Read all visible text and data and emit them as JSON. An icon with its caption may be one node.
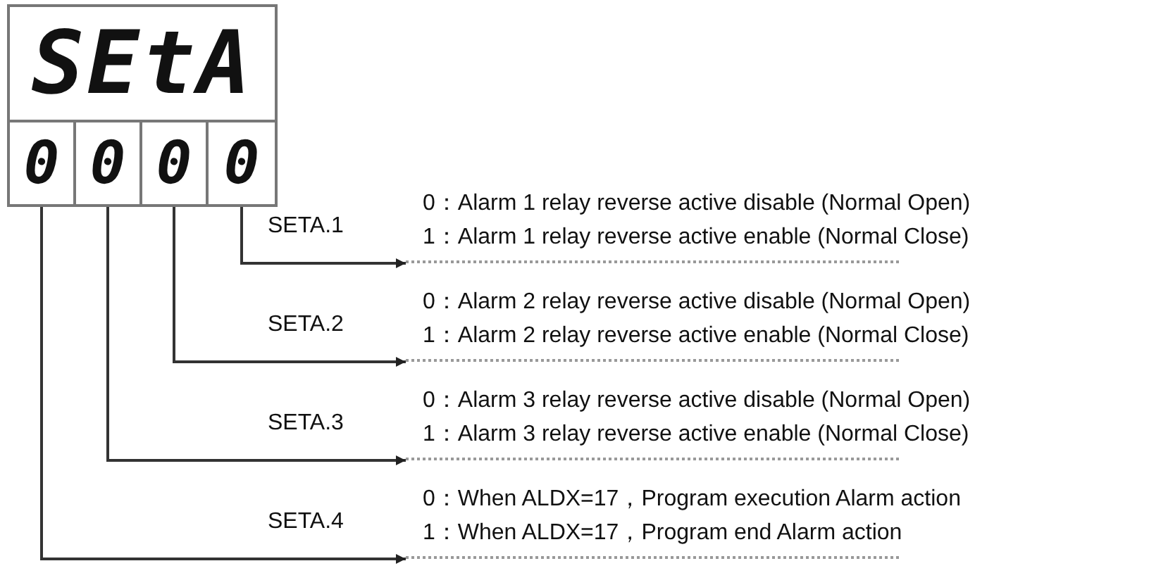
{
  "diagram": {
    "nodes": [
      {
        "text": [
          "SEtA"
        ]
      },
      {
        "text": [
          "0"
        ]
      },
      {
        "text": [
          "0"
        ]
      },
      {
        "text": [
          "0"
        ]
      },
      {
        "text": [
          "0"
        ]
      },
      {
        "text": [
          "0：Alarm 1 relay reverse active disable (Normal Open)",
          "1：Alarm 1 relay reverse active enable (Normal Close)"
        ]
      },
      {
        "text": [
          "0：Alarm 2 relay reverse active disable (Normal Open)",
          "1：Alarm 2 relay reverse active enable (Normal Close)"
        ]
      },
      {
        "text": [
          "0：Alarm 3 relay reverse active disable (Normal Open)",
          "1：Alarm 3 relay reverse active enable (Normal Close)"
        ]
      },
      {
        "text": [
          "0：When ALDX=17，Program execution Alarm action",
          "1：When ALDX=17，Program end Alarm action"
        ]
      }
    ],
    "edges": [
      {
        "from": 4,
        "to": 5,
        "arrow": "to",
        "label": "SETA.1"
      },
      {
        "from": 3,
        "to": 6,
        "arrow": "to",
        "label": "SETA.2"
      },
      {
        "from": 2,
        "to": 7,
        "arrow": "to",
        "label": "SETA.3"
      },
      {
        "from": 1,
        "to": 8,
        "arrow": "to",
        "label": "SETA.4"
      }
    ]
  }
}
